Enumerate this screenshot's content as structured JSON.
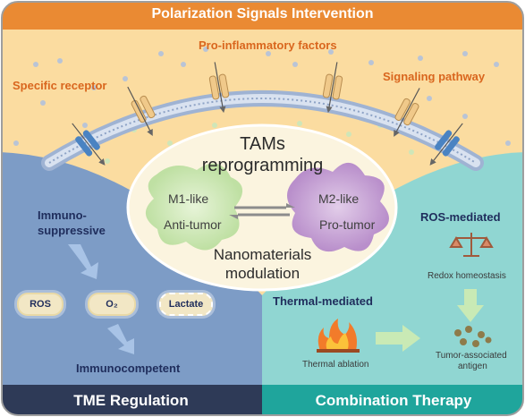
{
  "header": {
    "title": "Polarization Signals Intervention"
  },
  "membrane": {
    "labels": {
      "specific_receptor": "Specific receptor",
      "pro_inflammatory": "Pro-inflammatory factors",
      "signaling_pathway": "Signaling pathway"
    }
  },
  "center": {
    "line1": "TAMs",
    "line2": "reprogramming",
    "m1_line1": "M1-like",
    "m1_line2": "Anti-tumor",
    "m2_line1": "M2-like",
    "m2_line2": "Pro-tumor",
    "bottom1": "Nanomaterials",
    "bottom2": "modulation"
  },
  "tme": {
    "immuno_line1": "Immuno-",
    "immuno_line2": "suppressive",
    "pills": [
      "ROS",
      "O₂",
      "Lactate"
    ],
    "immunocompetent": "Immunocompetent",
    "footer": "TME Regulation"
  },
  "combination": {
    "ros_mediated": "ROS-mediated",
    "redox": "Redox homeostasis",
    "thermal_mediated": "Thermal-mediated",
    "thermal_ablation": "Thermal ablation",
    "tumor_antigen_line1": "Tumor-associated",
    "tumor_antigen_line2": "antigen",
    "footer": "Combination Therapy"
  },
  "colors": {
    "header_orange": "#ea8a33",
    "top_panel": "#fbdca0",
    "left_panel": "#7d9cc6",
    "right_panel": "#90d6d2",
    "tme_footer": "#2e3a57",
    "combo_footer": "#1fa59c",
    "membrane": "#b8c6de",
    "channel": "#f0c98a",
    "channel_blue": "#4a83c2",
    "m1_cell": "#cfe8b6",
    "m2_cell": "#c9a8d6",
    "center_oval": "#fbf4df"
  }
}
